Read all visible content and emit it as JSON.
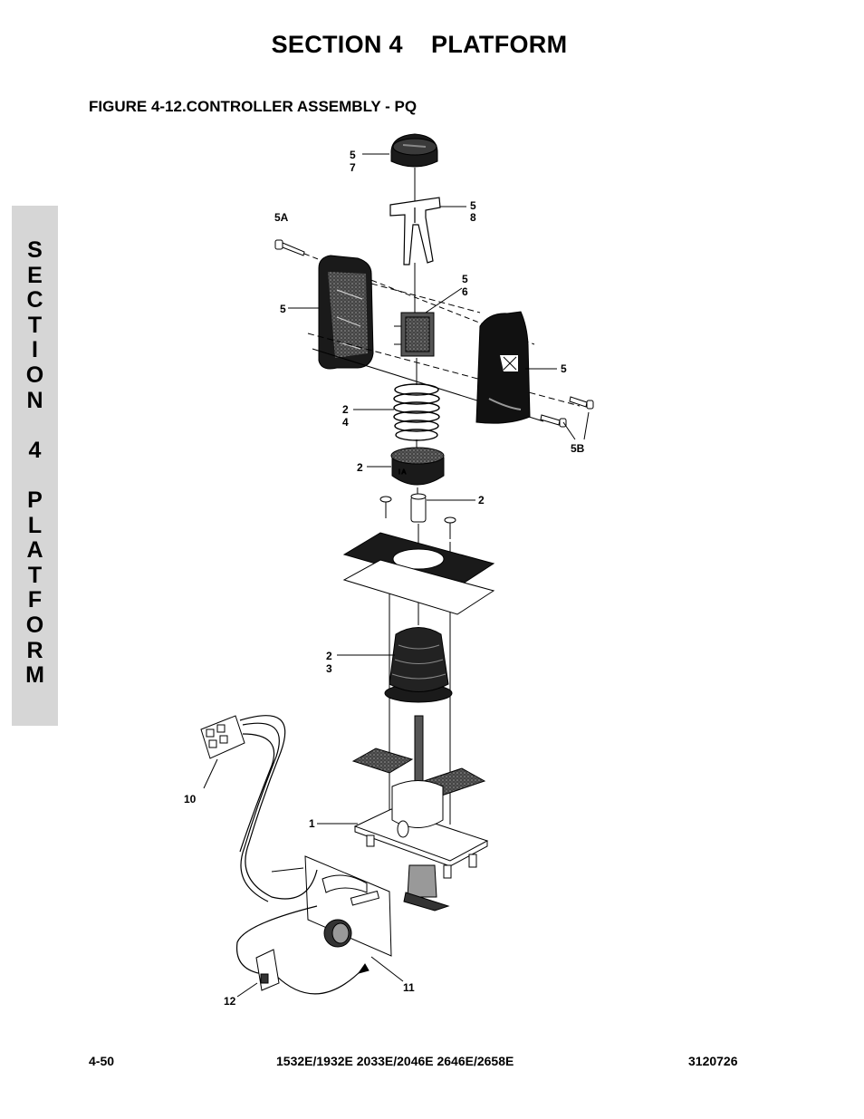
{
  "header": {
    "section_title": "SECTION 4    PLATFORM",
    "figure_title": "FIGURE 4-12.CONTROLLER ASSEMBLY - PQ"
  },
  "side_tab": {
    "letters": [
      "S",
      "E",
      "C",
      "T",
      "I",
      "O",
      "N",
      " ",
      "4",
      " ",
      "P",
      "L",
      "A",
      "T",
      "F",
      "O",
      "R",
      "M"
    ]
  },
  "diagram": {
    "callouts": {
      "c57": [
        "5",
        "7"
      ],
      "c58": [
        "5",
        "8"
      ],
      "c5A": "5A",
      "c56": [
        "5",
        "6"
      ],
      "c5_left": "5",
      "c5_right": "5",
      "c24": [
        "2",
        "4"
      ],
      "c5B": "5B",
      "c2_knob": "2",
      "c2_sleeve": "2",
      "c23": [
        "2",
        "3"
      ],
      "c10": "10",
      "c1": "1",
      "c11": "11",
      "c12": "12"
    }
  },
  "footer": {
    "page_number": "4-50",
    "models": "1532E/1932E 2033E/2046E 2646E/2658E",
    "doc_number": "3120726"
  }
}
